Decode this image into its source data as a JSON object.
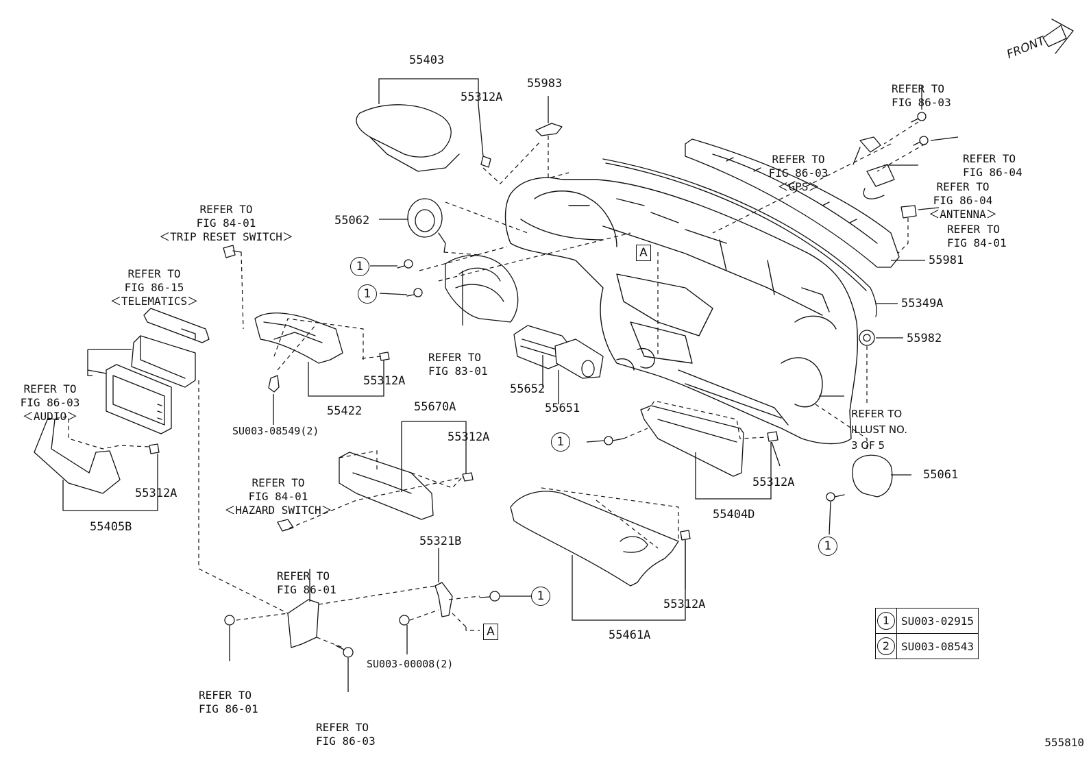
{
  "parts": {
    "p55403": "55403",
    "p55312a_top": "55312A",
    "p55983": "55983",
    "p55062": "55062",
    "p55981": "55981",
    "p55349a": "55349A",
    "p55982": "55982",
    "p55652": "55652",
    "p55651": "55651",
    "p55422": "55422",
    "p55312a_mid": "55312A",
    "p55670a": "55670A",
    "p55312a_670": "55312A",
    "p55312a_left": "55312A",
    "p55405b": "55405B",
    "p55312a_404": "55312A",
    "p55404d": "55404D",
    "p55061": "55061",
    "p55321b": "55321B",
    "p55312a_461": "55312A",
    "p55461a": "55461A",
    "su_08549": "SU003-08549(2)",
    "su_00008": "SU003-00008(2)"
  },
  "refs": {
    "trip": [
      "REFER TO",
      "FIG 84-01",
      "＜TRIP RESET SWITCH＞"
    ],
    "telematics": [
      "REFER TO",
      "FIG 86-15",
      "＜TELEMATICS＞"
    ],
    "audio": [
      "REFER TO",
      "FIG 86-03",
      "＜AUDIO＞"
    ],
    "fig8301": [
      "REFER TO",
      "FIG 83-01"
    ],
    "hazard": [
      "REFER TO",
      "FIG 84-01",
      "＜HAZARD SWITCH＞"
    ],
    "fig8601_mid": [
      "REFER TO",
      "FIG 86-01"
    ],
    "fig8601_bot": [
      "REFER TO",
      "FIG 86-01"
    ],
    "fig8603_bot": [
      "REFER TO",
      "FIG 86-03"
    ],
    "gps": [
      "REFER TO",
      "FIG 86-03",
      "＜GPS＞"
    ],
    "fig8603_top": [
      "REFER TO",
      "FIG 86-03"
    ],
    "fig8604_top": [
      "REFER TO",
      "FIG 86-04"
    ],
    "antenna": [
      "REFER TO",
      "FIG 86-04",
      "＜ANTENNA＞"
    ],
    "fig8401_right": [
      "REFER TO",
      "FIG 84-01"
    ],
    "illust": [
      "REFER TO",
      "ILLUST NO.",
      "3 OF 5"
    ]
  },
  "callouts": {
    "one": "1",
    "a": "A"
  },
  "legend": [
    {
      "num": "1",
      "code": "SU003-02915"
    },
    {
      "num": "2",
      "code": "SU003-08543"
    }
  ],
  "front": "FRONT",
  "figure_number": "555810"
}
